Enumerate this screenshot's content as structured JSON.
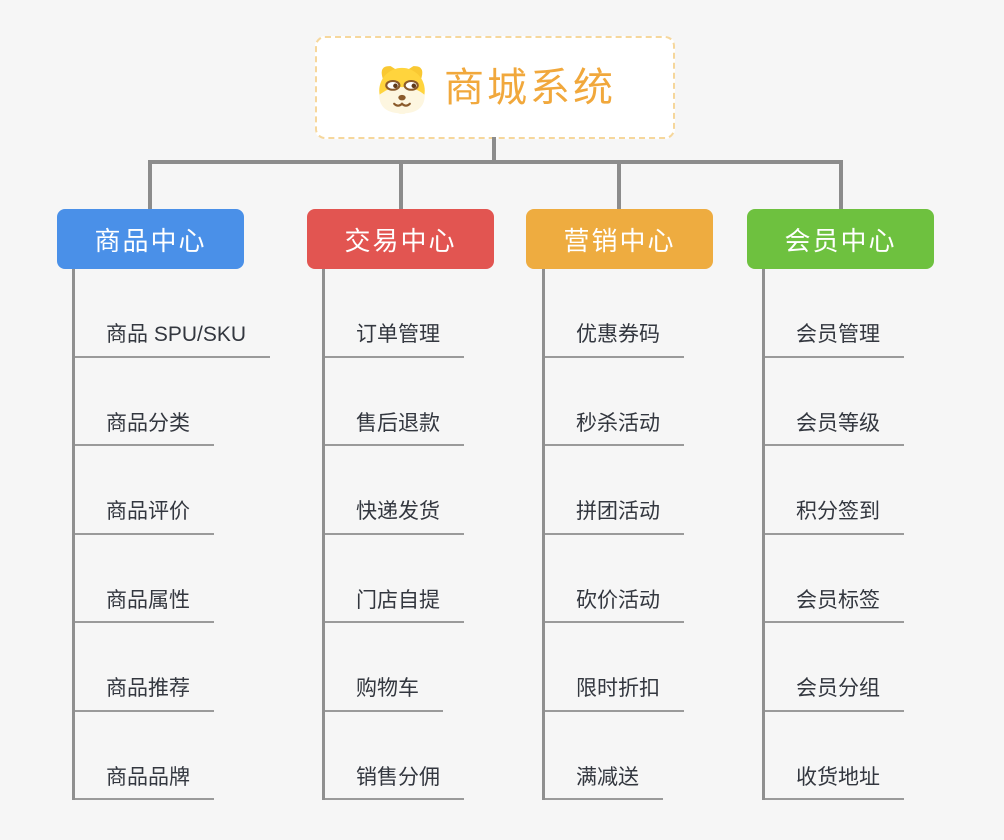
{
  "page": {
    "background_color": "#F6F6F6",
    "connector_color": "#8C8C8C",
    "leaf_underline_color": "#9A9A9A",
    "leaf_text_color": "#33373F"
  },
  "root": {
    "title": "商城系统",
    "icon": "dog-face-icon",
    "text_color": "#F1A83C",
    "border_color": "#F6D79C",
    "background_color": "#FFFFFF"
  },
  "branches": [
    {
      "label": "商品中心",
      "color": "#4A90E8",
      "items": [
        "商品 SPU/SKU",
        "商品分类",
        "商品评价",
        "商品属性",
        "商品推荐",
        "商品品牌"
      ]
    },
    {
      "label": "交易中心",
      "color": "#E25551",
      "items": [
        "订单管理",
        "售后退款",
        "快递发货",
        "门店自提",
        "购物车",
        "销售分佣"
      ]
    },
    {
      "label": "营销中心",
      "color": "#EEAC40",
      "items": [
        "优惠券码",
        "秒杀活动",
        "拼团活动",
        "砍价活动",
        "限时折扣",
        "满减送"
      ]
    },
    {
      "label": "会员中心",
      "color": "#6EC13F",
      "items": [
        "会员管理",
        "会员等级",
        "积分签到",
        "会员标签",
        "会员分组",
        "收货地址"
      ]
    }
  ]
}
